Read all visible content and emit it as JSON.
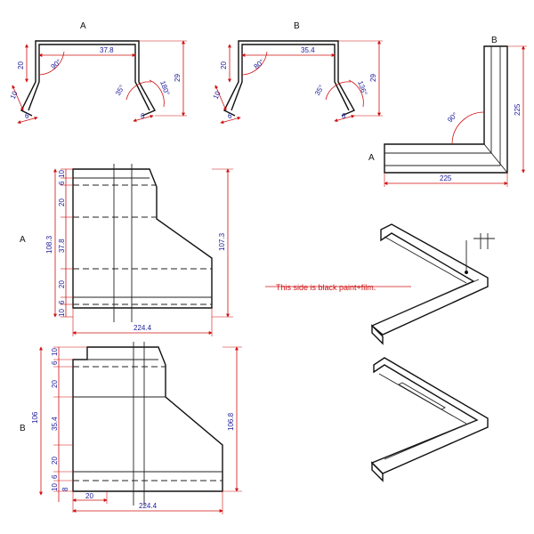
{
  "views": {
    "profile_a": {
      "label": "A",
      "width": "37.8",
      "depth": "29",
      "flange_h": "20",
      "lip": "10",
      "tip": "6",
      "angle_top": "90°",
      "angle_lip": "35°",
      "angle_bend": "180°"
    },
    "profile_b": {
      "label": "B",
      "width": "35.4",
      "depth": "29",
      "flange_h": "20",
      "lip": "10",
      "tip": "6",
      "angle_top": "80°",
      "angle_lip": "35°",
      "angle_bend": "136°"
    },
    "corner": {
      "label_a": "A",
      "label_b": "B",
      "angle": "90°",
      "width": "225",
      "height": "225"
    },
    "plan_a": {
      "label": "A",
      "dims_left": [
        "10",
        "6",
        "20",
        "37.8",
        "20",
        "6",
        "10"
      ],
      "total": "108.3",
      "right": "107.3",
      "bottom": "224.4"
    },
    "plan_b": {
      "label": "B",
      "dims_left": [
        "10",
        "6",
        "20",
        "35.4",
        "20",
        "6",
        "10",
        "8"
      ],
      "total": "106",
      "right": "106.8",
      "bottom": "224.4",
      "tab": "20"
    },
    "note": "This side is black paint+film."
  }
}
